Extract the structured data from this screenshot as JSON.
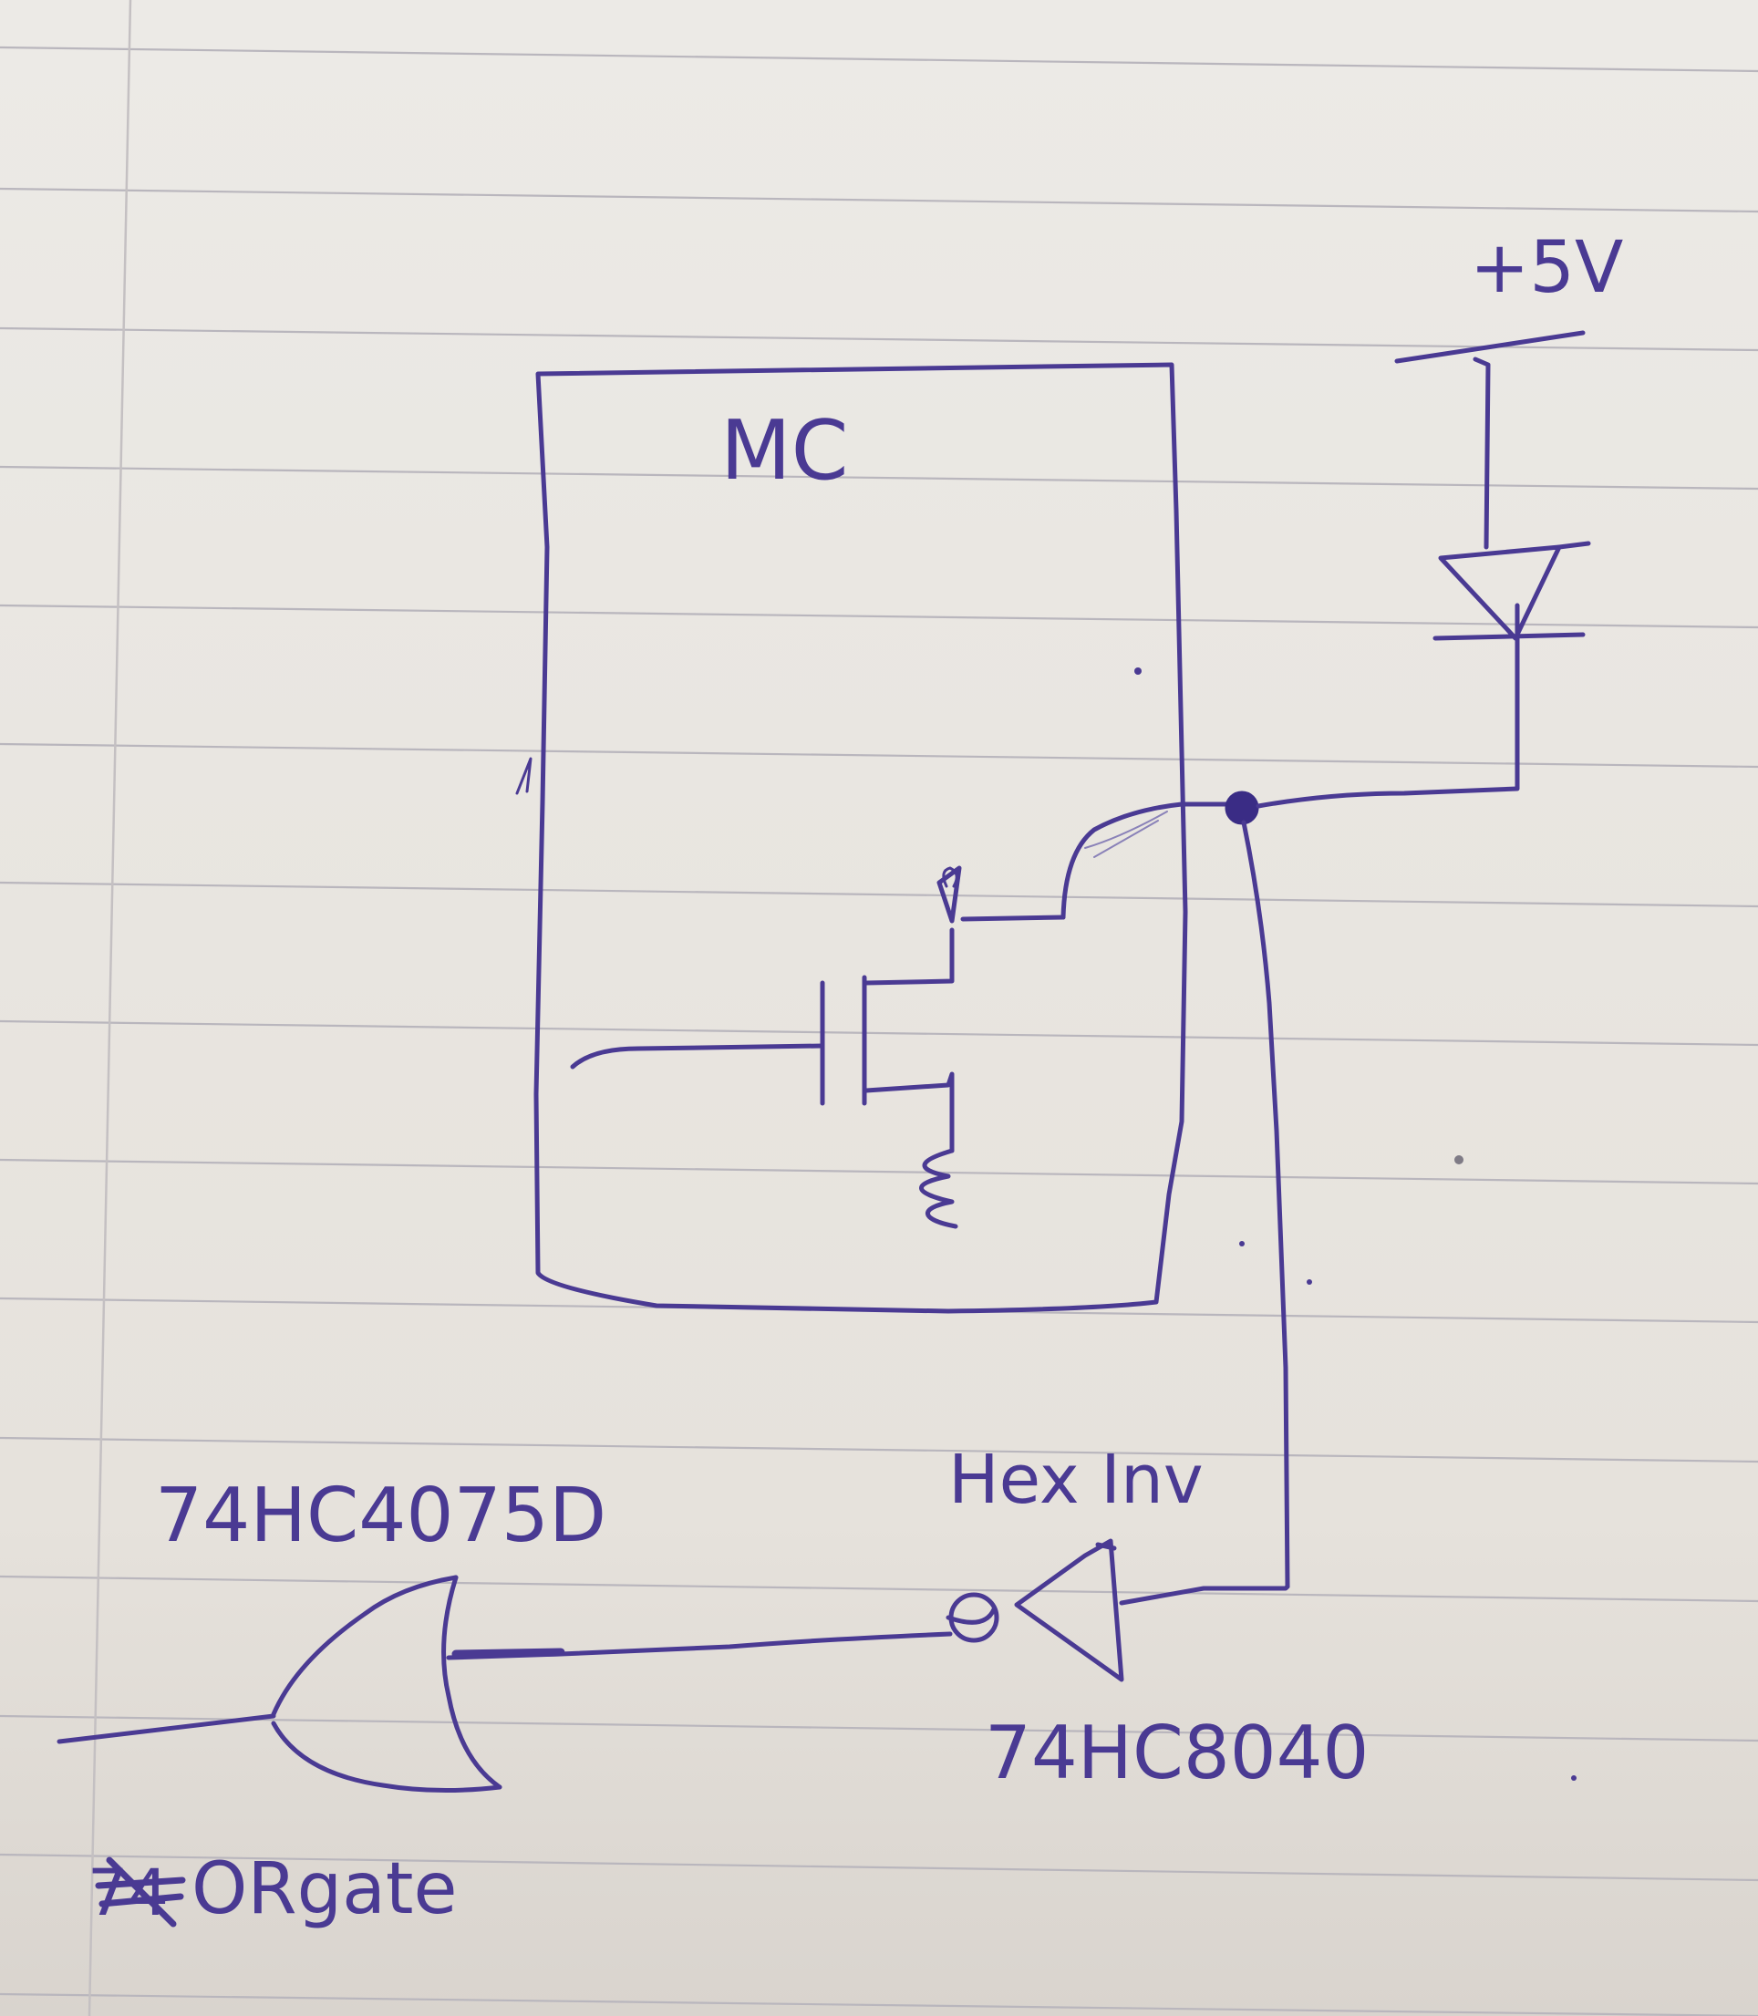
{
  "labels": {
    "supply": "+5V",
    "block": "MC",
    "or_part": "74HC4075D",
    "inv_name": "Hex Inv",
    "inv_part": "74HC8040",
    "or_caption": "ORgate",
    "crossed_out": "74"
  }
}
